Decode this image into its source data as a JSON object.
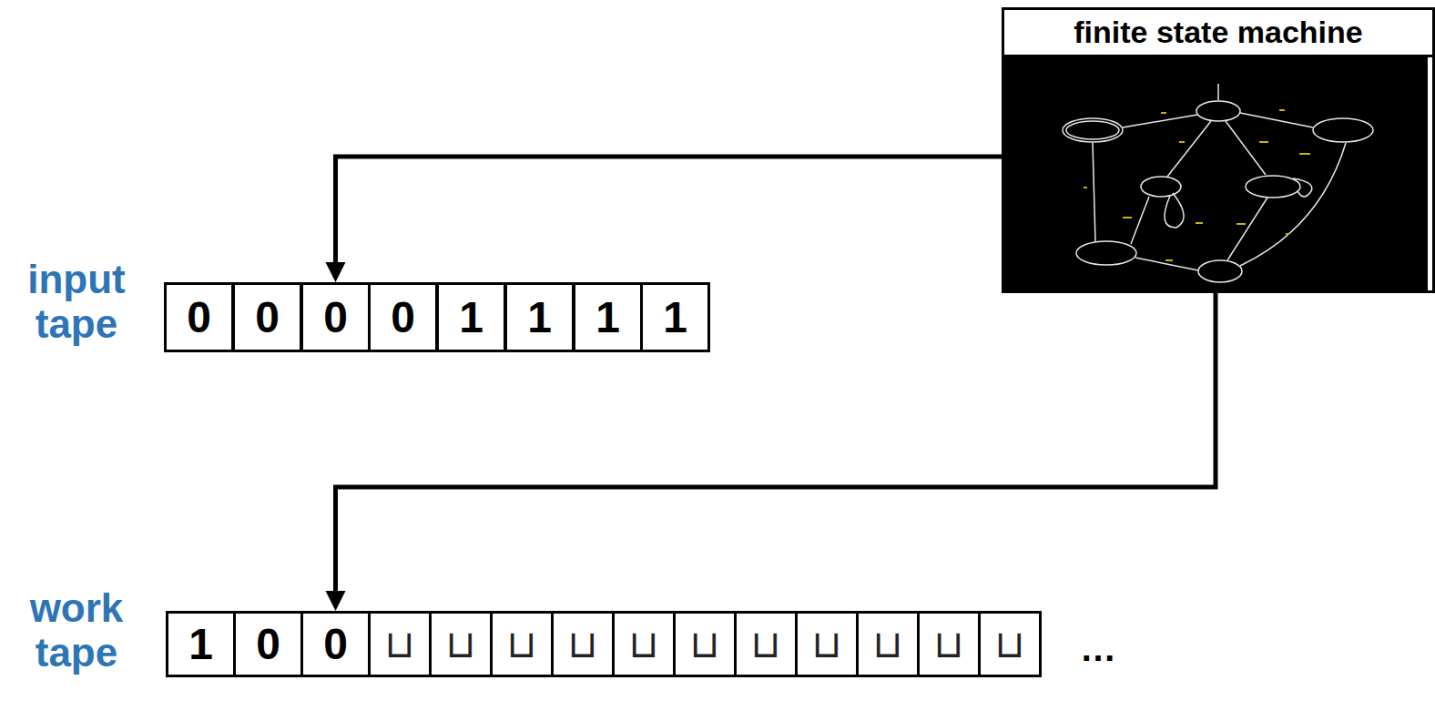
{
  "diagram": {
    "nodes": [
      {
        "text": [
          "finite state machine"
        ]
      },
      {
        "text": [
          "0"
        ]
      },
      {
        "text": [
          "0"
        ]
      },
      {
        "text": [
          "0"
        ]
      },
      {
        "text": [
          "0"
        ]
      },
      {
        "text": [
          "1"
        ]
      },
      {
        "text": [
          "1"
        ]
      },
      {
        "text": [
          "1"
        ]
      },
      {
        "text": [
          "1"
        ]
      },
      {
        "text": [
          "1"
        ]
      },
      {
        "text": [
          "0"
        ]
      },
      {
        "text": [
          "0"
        ]
      },
      {
        "text": [
          "⊔"
        ]
      },
      {
        "text": [
          "⊔"
        ]
      },
      {
        "text": [
          "⊔"
        ]
      },
      {
        "text": [
          "⊔"
        ]
      },
      {
        "text": [
          "⊔"
        ]
      },
      {
        "text": [
          "⊔"
        ]
      },
      {
        "text": [
          "⊔"
        ]
      },
      {
        "text": [
          "⊔"
        ]
      },
      {
        "text": [
          "⊔"
        ]
      },
      {
        "text": [
          "⊔"
        ]
      },
      {
        "text": [
          "⊔"
        ]
      }
    ],
    "edges": [
      {
        "from": 0,
        "to": 3,
        "arrow": "to"
      },
      {
        "from": 0,
        "to": 11,
        "arrow": "to"
      }
    ],
    "labels": [
      "input tape",
      "work tape",
      "…"
    ]
  }
}
